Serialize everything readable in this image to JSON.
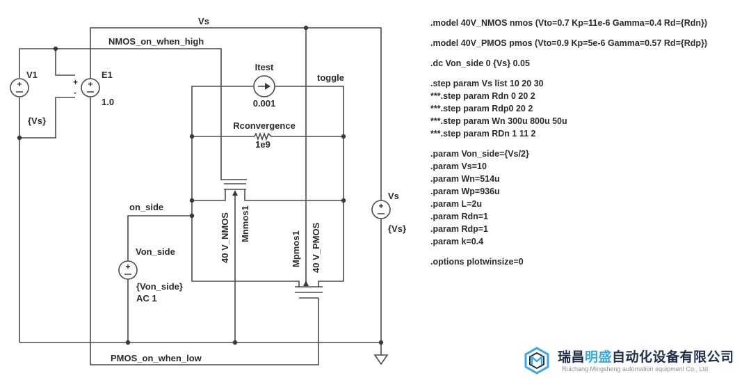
{
  "schematic": {
    "nets": {
      "vs": "Vs",
      "nmos_on_when_high": "NMOS_on_when_high",
      "pmos_on_when_low": "PMOS_on_when_low",
      "toggle": "toggle",
      "on_side": "on_side"
    },
    "components": {
      "v1": {
        "name": "V1",
        "value": "{Vs}"
      },
      "e1": {
        "name": "E1",
        "value": "1.0"
      },
      "itest": {
        "name": "Itest",
        "value": "0.001"
      },
      "rconv": {
        "name": "Rconvergence",
        "value": "1e9"
      },
      "vs_src": {
        "name": "Vs",
        "value": "{Vs}"
      },
      "von_side": {
        "name": "Von_side",
        "value": "{Von_side}",
        "ac": "AC 1"
      },
      "mnmos": {
        "name": "Mnmos1",
        "model": "40 V_NMOS"
      },
      "mpmos": {
        "name": "Mpmos1",
        "model": "40 V_PMOS"
      }
    }
  },
  "directives": [
    [
      ".model 40V_NMOS nmos (Vto=0.7 Kp=11e-6 Gamma=0.4 Rd={Rdn})"
    ],
    [
      ".model 40V_PMOS pmos (Vto=0.9 Kp=5e-6 Gamma=0.57 Rd={Rdp})"
    ],
    [
      ".dc Von_side 0 {Vs} 0.05"
    ],
    [
      ".step param Vs list 10 20 30",
      "***.step param Rdn 0 20 2",
      "***.step param Rdp0 20 2",
      "***.step param Wn 300u 800u 50u",
      "***.step param RDn 1 11 2"
    ],
    [
      ".param Von_side={Vs/2}",
      ".param Vs=10",
      ".param Wn=514u",
      ".param Wp=936u",
      ".param L=2u",
      ".param Rdn=1",
      ".param Rdp=1",
      ".param k=0.4"
    ],
    [
      ".options plotwinsize=0"
    ]
  ],
  "brand": {
    "name_part1": "瑞昌",
    "name_highlight": "明盛",
    "name_part2": "自动化设备有限公司",
    "english": "Ruichang Mingsheng automation equipment Co., Ltd"
  },
  "colors": {
    "wire": "#4a4a4a",
    "brand_dark": "#1d2f4a",
    "brand_accent": "#3aa8e0"
  }
}
